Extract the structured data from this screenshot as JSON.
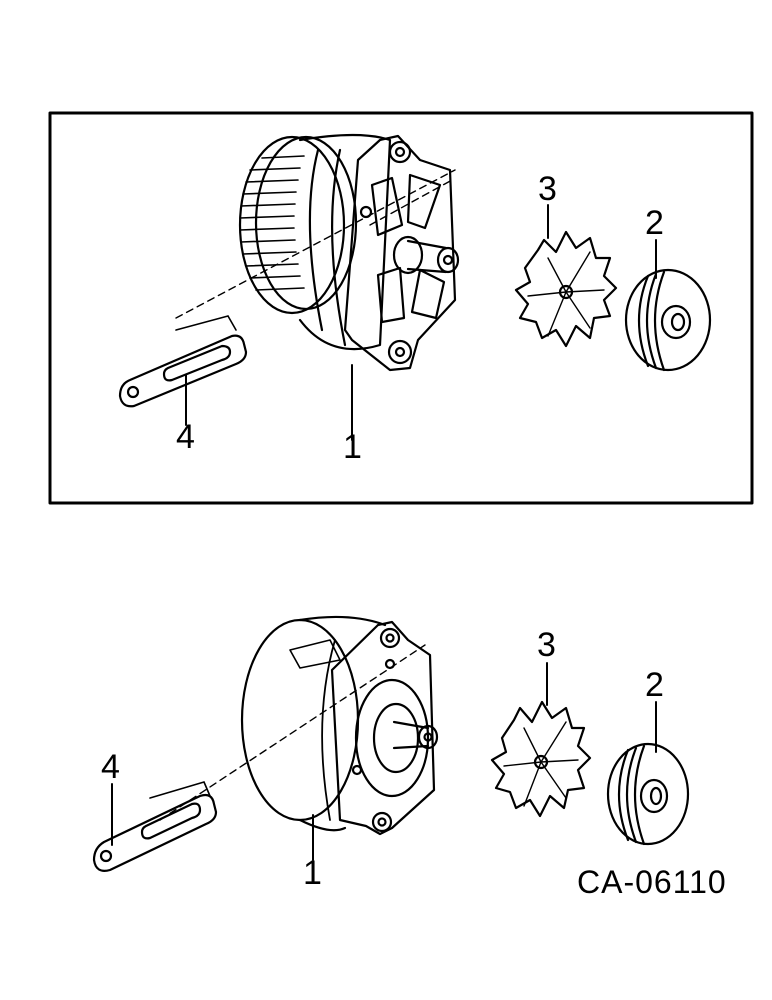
{
  "upper_view": {
    "callouts": {
      "alternator": "1",
      "pulley": "2",
      "fan": "3",
      "bracket": "4"
    }
  },
  "lower_view": {
    "callouts": {
      "alternator": "1",
      "pulley": "2",
      "fan": "3",
      "bracket": "4"
    }
  },
  "figure_code": "CA-06110"
}
